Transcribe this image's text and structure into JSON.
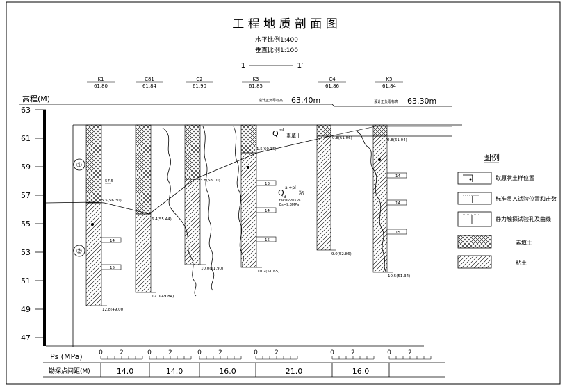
{
  "title": "工 程 地 质 剖 面 图",
  "scale": {
    "horizontal": "水平比例1:400",
    "vertical": "垂直比例1:100"
  },
  "section_label": {
    "start": "1",
    "end": "1′"
  },
  "boreholes": [
    {
      "id": "K1",
      "elev": "61.80",
      "bottom_label": "12.8(49.00)"
    },
    {
      "id": "C81",
      "elev": "61.84",
      "bottom_label": "12.0(49.84)"
    },
    {
      "id": "C2",
      "elev": "61.90",
      "bottom_label": "10.0(51.90)"
    },
    {
      "id": "K3",
      "elev": "61.85",
      "bottom_label": "10.2(51.65)"
    },
    {
      "id": "C4",
      "elev": "61.86",
      "bottom_label": "9.0(52.86)"
    },
    {
      "id": "K5",
      "elev": "61.84",
      "bottom_label": "10.5(51.34)"
    }
  ],
  "design_levels": [
    {
      "label": "设计正负零标高",
      "value": "63.40m"
    },
    {
      "label": "设计正负零标高",
      "value": "63.30m"
    }
  ],
  "axis": {
    "title": "高程(M)",
    "ticks": [
      "63",
      "61",
      "59",
      "57",
      "55",
      "53",
      "51",
      "49",
      "47"
    ]
  },
  "layers": {
    "fill_label": "Q",
    "fill_sup": "ml",
    "fill_name": "素填土",
    "clay_label": "Q",
    "clay_sub": "3",
    "clay_sup": "al+pl",
    "clay_name": "粘土",
    "fak": "fak=220KPa",
    "es": "Es=9.3MPa",
    "layer1": "①",
    "layer2": "②"
  },
  "interface_labels": [
    "5.5(56.30)",
    "6.4(55.44)",
    "3.8(58.10)",
    "1.5(60.35)",
    "0.8(61.06)",
    "0.8(61.04)"
  ],
  "water_label": "57.5",
  "spt_values": [
    "14",
    "15",
    "13",
    "14",
    "15",
    "14",
    "14",
    "15"
  ],
  "legend": {
    "title": "图例",
    "items": [
      {
        "label": "取原状土样位置"
      },
      {
        "label": "标准贯入试验位置和击数"
      },
      {
        "label": "静力触探试验孔及曲线"
      },
      {
        "label": "素填土"
      },
      {
        "label": "粘土"
      }
    ]
  },
  "ps_row": {
    "title": "Ps (MPa)",
    "tick_labels": [
      "0",
      "2",
      "0",
      "2",
      "0",
      "2",
      "0",
      "2",
      "0",
      "2",
      "0",
      "2"
    ]
  },
  "spacing_row": {
    "title": "勘探点间距(M)",
    "values": [
      "14.0",
      "14.0",
      "16.0",
      "21.0",
      "16.0"
    ]
  }
}
